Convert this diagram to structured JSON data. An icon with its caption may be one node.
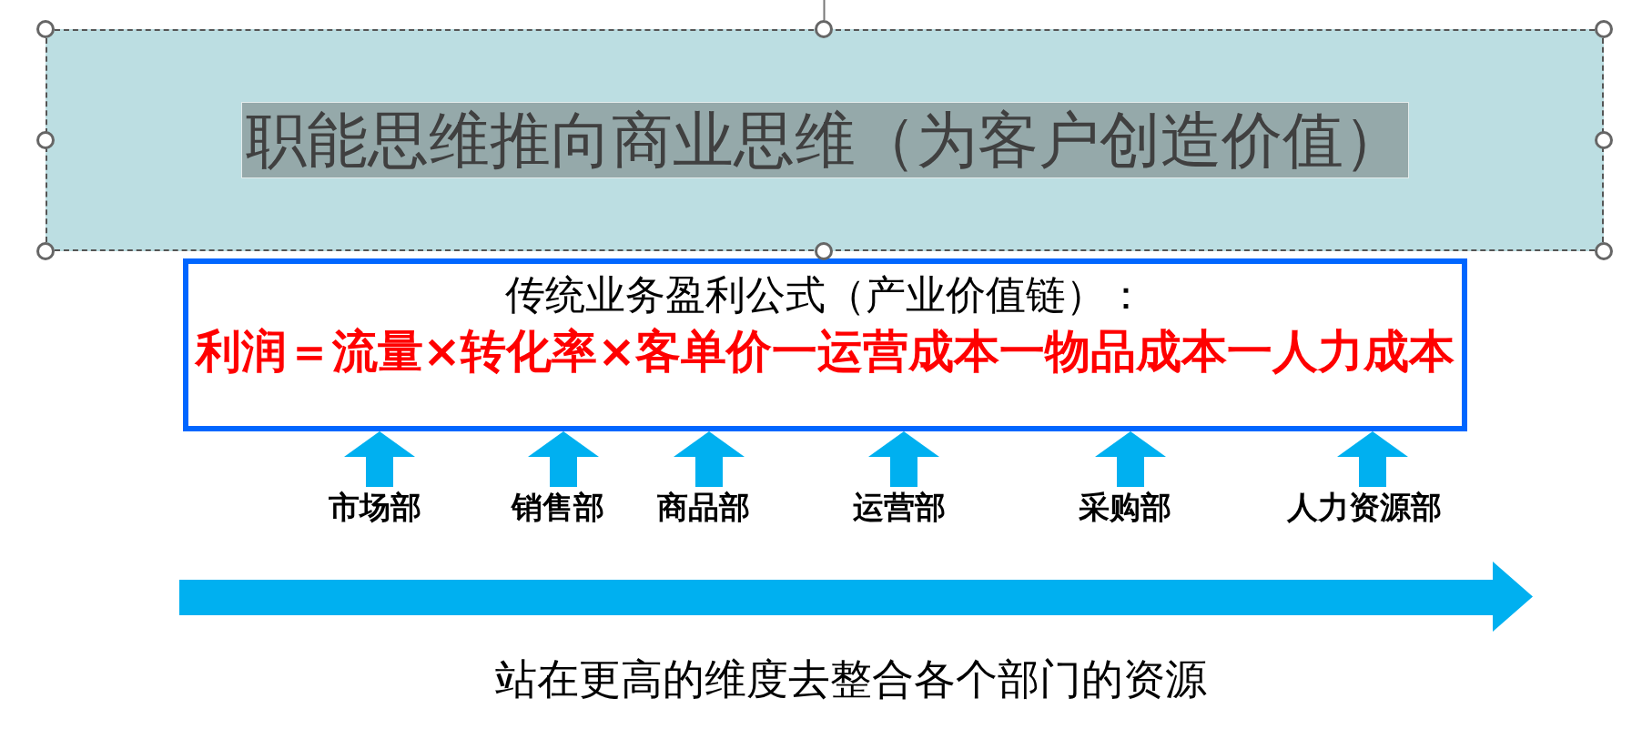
{
  "diagram": {
    "title": "职能思维推向商业思维（为客户创造价值）",
    "caption": "站在更高的维度去整合各个部门的资源",
    "nodes": [
      {
        "text": [
          "传统业务盈利公式（产业价值链）：",
          "利润＝流量×转化率×客单价一运营成本一物品成本一人力成本"
        ]
      },
      {
        "text": [
          "市场部"
        ]
      },
      {
        "text": [
          "销售部"
        ]
      },
      {
        "text": [
          "商品部"
        ]
      },
      {
        "text": [
          "运营部"
        ]
      },
      {
        "text": [
          "采购部"
        ]
      },
      {
        "text": [
          "人力资源部"
        ]
      }
    ],
    "edges": [
      {
        "from": 1,
        "to": 0,
        "arrow": "to"
      },
      {
        "from": 2,
        "to": 0,
        "arrow": "to"
      },
      {
        "from": 3,
        "to": 0,
        "arrow": "to"
      },
      {
        "from": 4,
        "to": 0,
        "arrow": "to"
      },
      {
        "from": 5,
        "to": 0,
        "arrow": "to"
      },
      {
        "from": 6,
        "to": 0,
        "arrow": "to"
      }
    ]
  }
}
